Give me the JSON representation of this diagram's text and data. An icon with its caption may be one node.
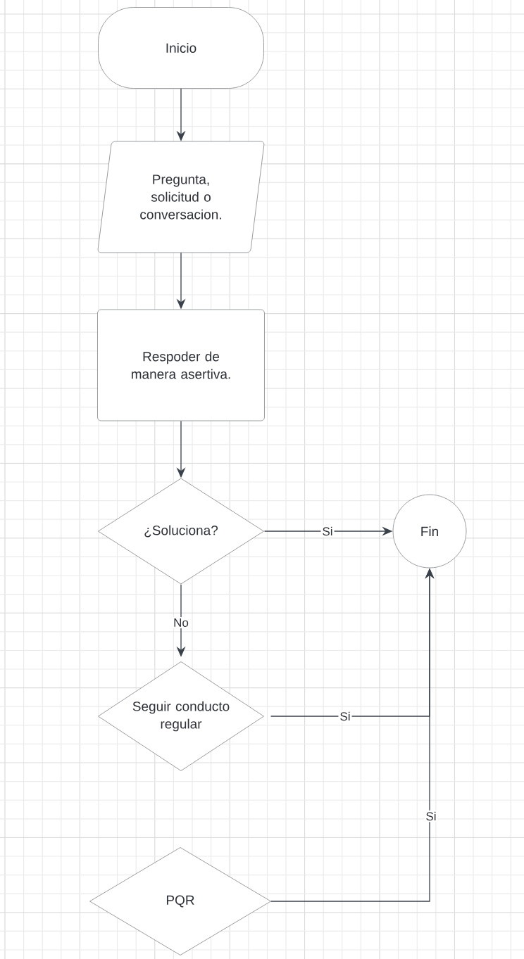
{
  "diagram": {
    "nodes": [
      {
        "text": [
          "Inicio"
        ]
      },
      {
        "text": [
          "Pregunta, solicitud o conversacion."
        ]
      },
      {
        "text": [
          "Respoder de manera asertiva."
        ]
      },
      {
        "text": [
          "¿Soluciona?"
        ]
      },
      {
        "text": [
          "Fin"
        ]
      },
      {
        "text": [
          "Seguir conducto regular"
        ]
      },
      {
        "text": [
          "PQR"
        ]
      }
    ],
    "edges": [
      {
        "from": 0,
        "to": 1,
        "arrow": "to"
      },
      {
        "from": 1,
        "to": 2,
        "arrow": "to"
      },
      {
        "from": 2,
        "to": 3,
        "arrow": "to"
      },
      {
        "from": 3,
        "to": 4,
        "arrow": "to",
        "label": "Si"
      },
      {
        "from": 3,
        "to": 5,
        "arrow": "to",
        "label": "No"
      },
      {
        "from": 5,
        "to": 4,
        "arrow": "to",
        "label": "Si"
      },
      {
        "from": 6,
        "to": 4,
        "arrow": "to",
        "label": "Si"
      }
    ]
  }
}
